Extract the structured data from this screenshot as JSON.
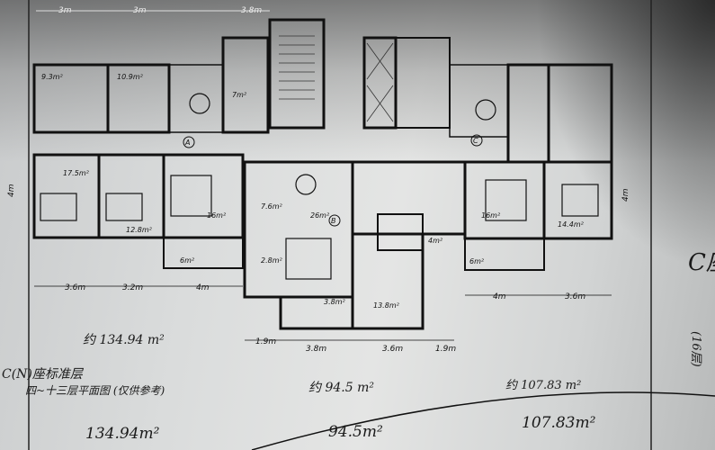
{
  "plan": {
    "title_line1": "C(N)座标准层",
    "title_line2": "四~十三层平面图 (仅供参考)",
    "right_label": "C座",
    "right_floors": "(16层)",
    "units": [
      {
        "mark": "A",
        "area_printed": "约 134.94 m²",
        "area_handwritten": "134.94m²"
      },
      {
        "mark": "B",
        "area_printed": "约 94.5 m²",
        "area_handwritten": "94.5m²"
      },
      {
        "mark": "C",
        "area_printed": "约 107.83 m²",
        "area_handwritten": "107.83m²"
      }
    ],
    "top_dims": [
      "3m",
      "3m",
      "3.8m"
    ],
    "bottom_dims": [
      "3.6m",
      "3.2m",
      "4m",
      "1.9m",
      "3.8m",
      "3.6m",
      "1.9m",
      "4m",
      "3.6m"
    ],
    "side_dims": {
      "left": "4m",
      "right": "4m"
    },
    "room_areas": [
      "9.3m²",
      "10.9m²",
      "7m²",
      "17.5m²",
      "12.8m²",
      "16m²",
      "6m²",
      "7.6m²",
      "2.8m²",
      "26m²",
      "3.8m²",
      "13.8m²",
      "4m²",
      "16m²",
      "14.4m²",
      "6m²"
    ]
  }
}
